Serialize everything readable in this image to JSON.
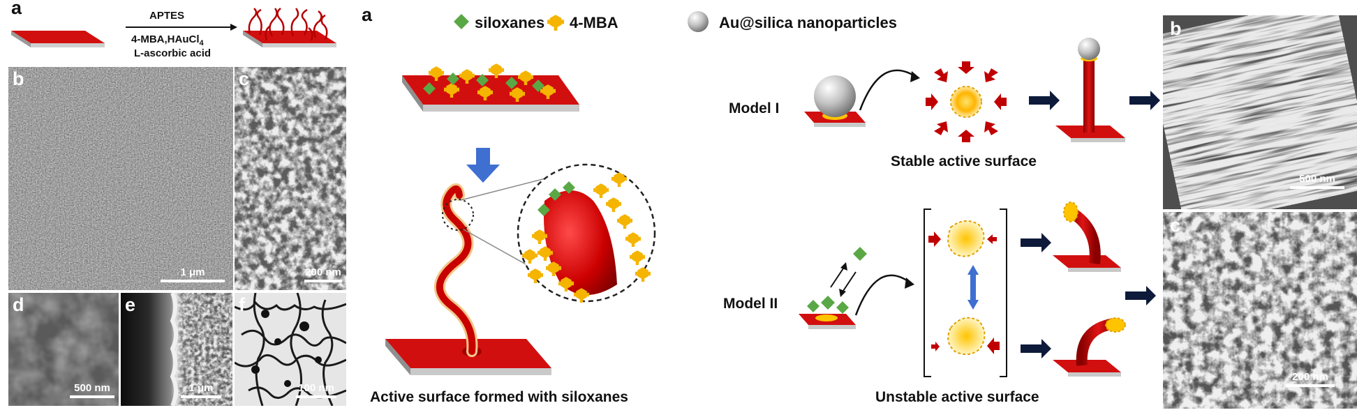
{
  "left_figure": {
    "label_a": "a",
    "reaction": {
      "reagent_top": "APTES",
      "reagent_line2": "4-MBA,HAuCl",
      "reagent_line2_sub": "4",
      "reagent_line3": "L-ascorbic acid"
    },
    "panels": [
      {
        "label": "b",
        "scale": "1 μm",
        "style": "sem-fine"
      },
      {
        "label": "c",
        "scale": "200 nm",
        "style": "sem-coarse"
      },
      {
        "label": "d",
        "scale": "500 nm",
        "style": "sem-smooth"
      },
      {
        "label": "e",
        "scale": "1 μm",
        "style": "sem-cross"
      },
      {
        "label": "f",
        "scale": "100 nm",
        "style": "tem"
      }
    ]
  },
  "right_figure": {
    "label_a": "a",
    "legend": [
      {
        "icon": "green-diamond-icon",
        "text": "siloxanes",
        "color": "#5aa845"
      },
      {
        "icon": "yellow-molecule-icon",
        "text": "4-MBA",
        "color": "#f5b400"
      },
      {
        "icon": "silver-sphere-icon",
        "text": "Au@silica nanoparticles",
        "color": "#bfbfbf"
      }
    ],
    "caption_left": "Active surface formed with siloxanes",
    "model1_label": "Model I",
    "model2_label": "Model II",
    "stable_caption": "Stable active surface",
    "unstable_caption": "Unstable active surface",
    "panel_b": {
      "label": "b",
      "scale": "500 nm"
    },
    "panel_c": {
      "label": "c",
      "scale": "200 nm"
    }
  },
  "colors": {
    "substrate_red": "#d20f0f",
    "substrate_base": "#bdbdbd",
    "arrow_blue": "#3f6fd1",
    "arrow_navy": "#0e1a3a",
    "siloxane_green": "#5aa845",
    "mba_yellow": "#f5b400",
    "hot_red": "#c00000"
  }
}
